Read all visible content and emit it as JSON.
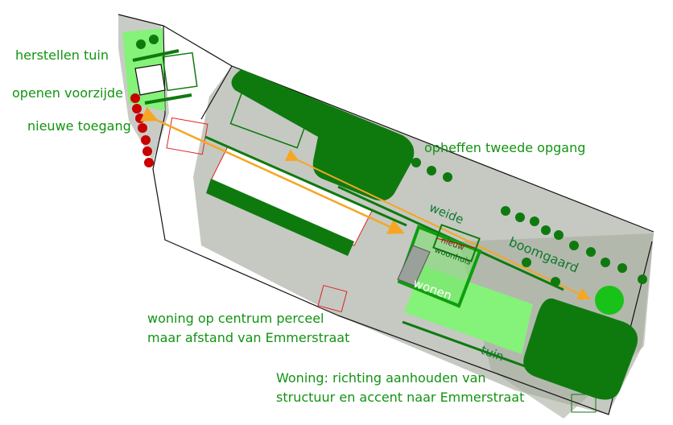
{
  "labels": {
    "herstellen_tuin": "herstellen tuin",
    "openen_voorzijde": "openen voorzijde",
    "nieuwe_toegang": "nieuwe toegang",
    "opheffen_tweede_opgang": "opheffen tweede opgang",
    "woning_centrum_line1": "woning op centrum perceel",
    "woning_centrum_line2": "maar afstand van Emmerstraat",
    "woning_richting_line1": "Woning: richting aanhouden van",
    "woning_richting_line2": "structuur en accent naar Emmerstraat"
  },
  "zone_labels": {
    "weide": "weide",
    "boomgaard": "boomgaard",
    "nieuw_woonhuis_line1": "nieuw",
    "nieuw_woonhuis_line2": "woonhuis",
    "wonen": "wonen",
    "tuin": "tuin"
  },
  "colors": {
    "label_green": "#129412",
    "dark_green": "#0e7a0e",
    "light_green": "#85f27a",
    "arrow_orange": "#f5a623",
    "red_marker": "#c80000",
    "site_grey": "#cfd3cc",
    "building_outline_red": "#e02020"
  }
}
